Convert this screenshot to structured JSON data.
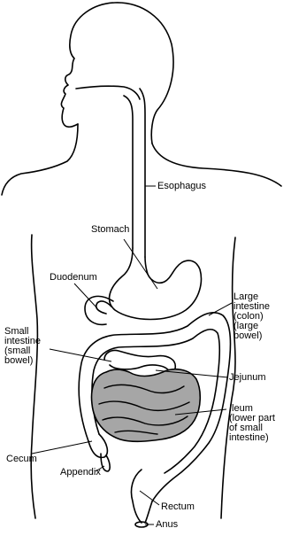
{
  "colors": {
    "ink": "#000000",
    "background": "#ffffff",
    "highlight": "#a6a6a6"
  },
  "labels": {
    "esophagus": "Esophagus",
    "stomach": "Stomach",
    "duodenum": "Duodenum",
    "large_intestine": [
      "Large",
      "intestine",
      "(colon)",
      "(large",
      "bowel)"
    ],
    "small_intestine": [
      "Small",
      "intestine",
      "(small",
      "bowel)"
    ],
    "jejunum": "Jejunum",
    "ileum": [
      "Ileum",
      "(lower part",
      "of small",
      "intestine)"
    ],
    "cecum": "Cecum",
    "appendix": "Appendix",
    "rectum": "Rectum",
    "anus": "Anus"
  }
}
